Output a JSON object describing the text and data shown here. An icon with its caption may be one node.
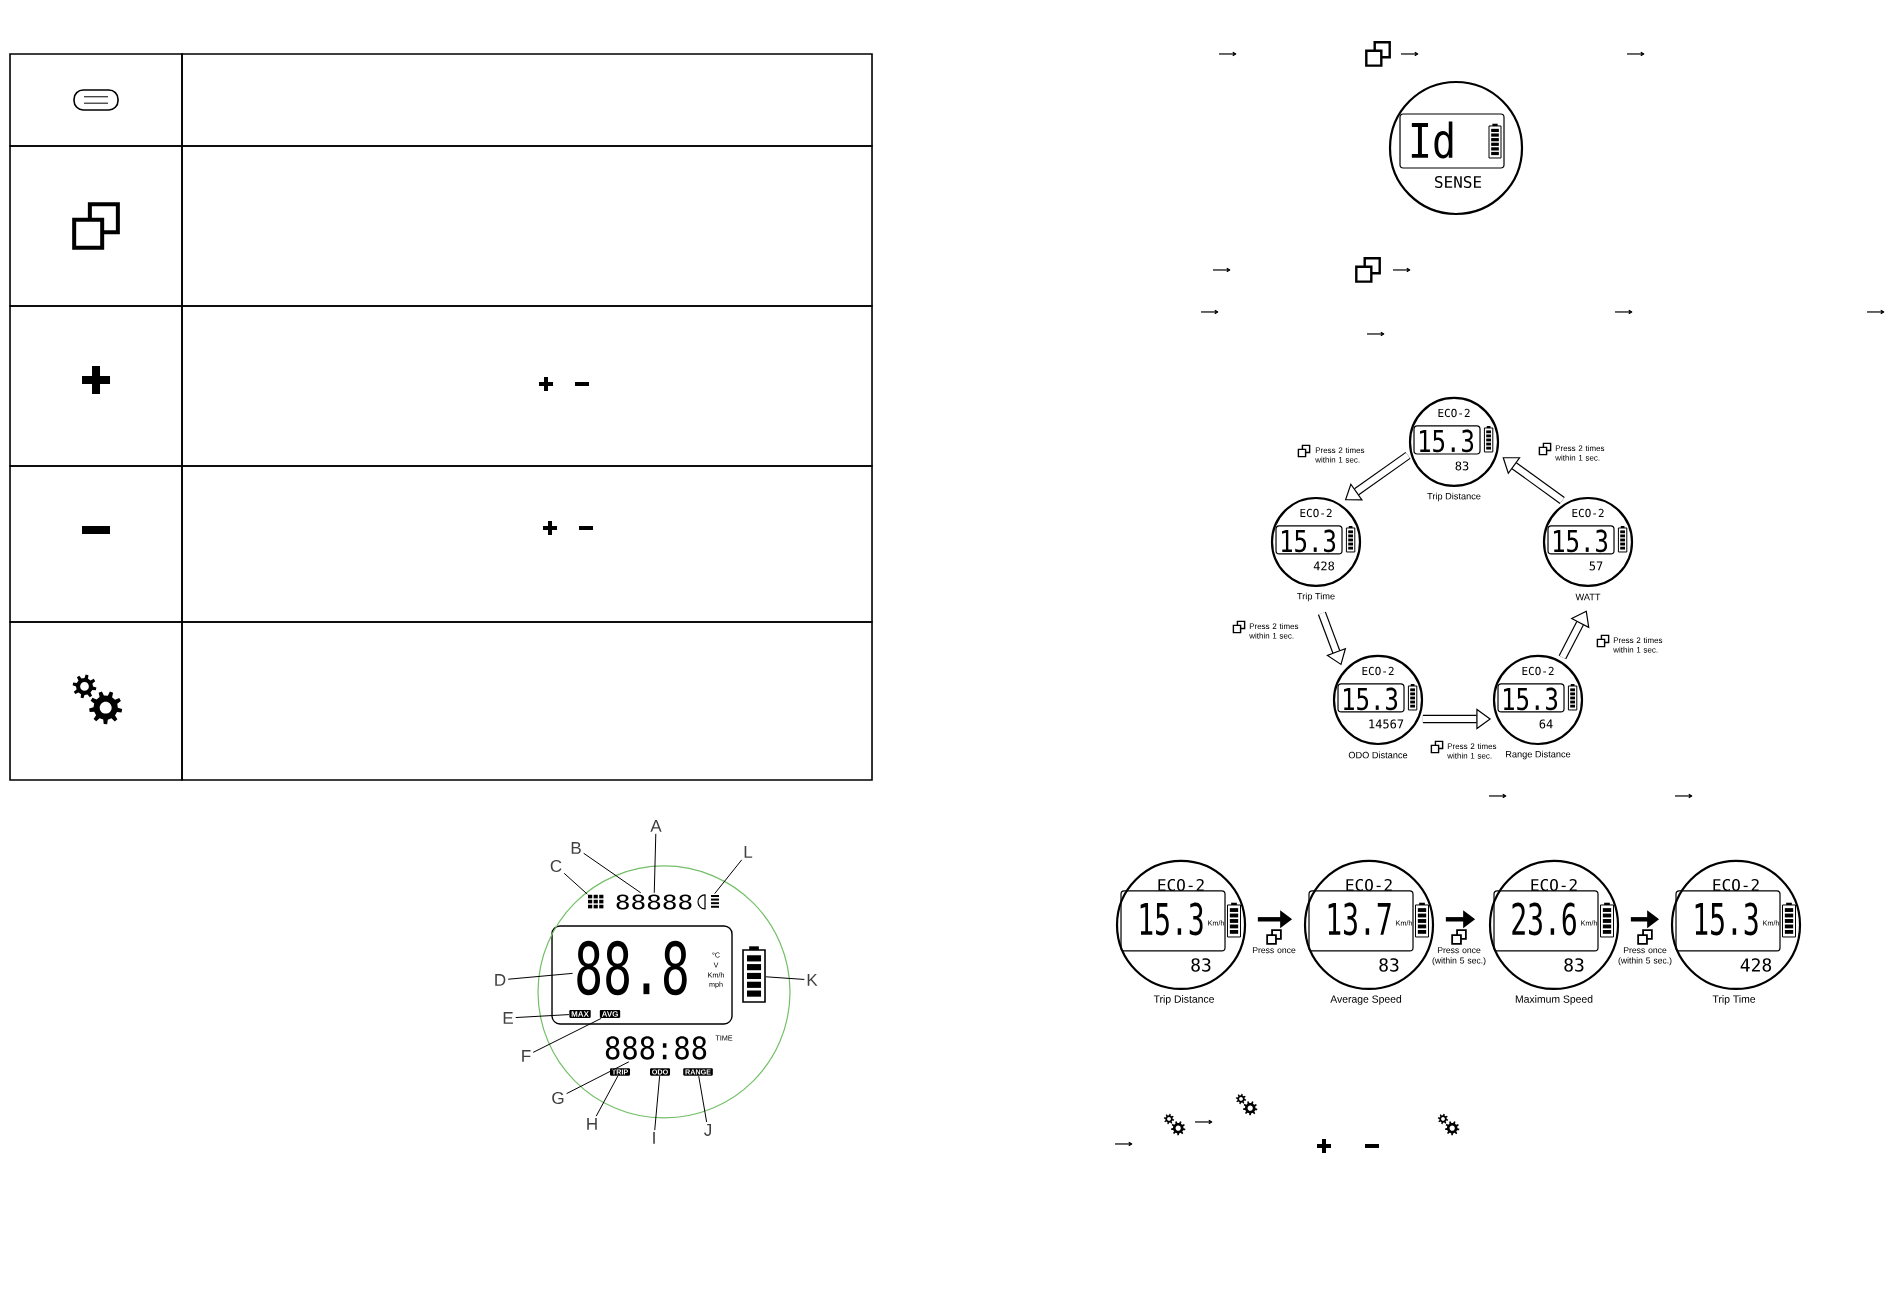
{
  "diagram": {
    "nodes": [
      {
        "text": [],
        "shape": "circle"
      },
      {
        "text": [
          "88888"
        ],
        "in": 0
      },
      {
        "text": [],
        "shape": "picture",
        "in": 0
      },
      {
        "text": [],
        "shape": "picture",
        "in": 0
      },
      {
        "text": [
          "88.8"
        ],
        "in": 0
      },
      {
        "text": [],
        "shape": "picture",
        "in": 0
      },
      {
        "text": [
          "MAX"
        ],
        "in": 0
      },
      {
        "text": [
          "AVG"
        ],
        "in": 0
      },
      {
        "text": [
          "888:88"
        ],
        "in": 0
      },
      {
        "text": [
          "TRIP"
        ],
        "in": 0
      },
      {
        "text": [
          "ODO"
        ],
        "in": 0
      },
      {
        "text": [
          "RANGE"
        ],
        "in": 0
      },
      {
        "text": [
          "A"
        ]
      },
      {
        "text": [
          "B"
        ]
      },
      {
        "text": [
          "C"
        ]
      },
      {
        "text": [
          "L"
        ]
      },
      {
        "text": [
          "D"
        ]
      },
      {
        "text": [
          "K"
        ]
      },
      {
        "text": [
          "E"
        ]
      },
      {
        "text": [
          "F"
        ]
      },
      {
        "text": [
          "G"
        ]
      },
      {
        "text": [
          "H"
        ]
      },
      {
        "text": [
          "I"
        ]
      },
      {
        "text": [
          "J"
        ]
      },
      {
        "text": [
          "Id",
          "SENSE"
        ]
      },
      {
        "text": [
          "ECO-2",
          "15.3",
          "83"
        ],
        "beside": [
          "Trip Distance"
        ]
      },
      {
        "text": [
          "ECO-2",
          "15.3",
          "428"
        ],
        "beside": [
          "Trip Time"
        ]
      },
      {
        "text": [
          "ECO-2",
          "15.3",
          "57"
        ],
        "beside": [
          "WATT"
        ]
      },
      {
        "text": [
          "ECO-2",
          "15.3",
          "14567"
        ],
        "beside": [
          "ODO Distance"
        ]
      },
      {
        "text": [
          "ECO-2",
          "15.3",
          "64"
        ],
        "beside": [
          "Range Distance"
        ]
      },
      {
        "text": [
          "ECO-2",
          "15.3",
          "83",
          "Km/h"
        ],
        "beside": [
          "Trip Distance"
        ]
      },
      {
        "text": [
          "ECO-2",
          "13.7",
          "83",
          "Km/h"
        ],
        "beside": [
          "Average Speed"
        ]
      },
      {
        "text": [
          "ECO-2",
          "23.6",
          "83",
          "Km/h"
        ],
        "beside": [
          "Maximum Speed"
        ]
      },
      {
        "text": [
          "ECO-2",
          "15.3",
          "428",
          "Km/h"
        ],
        "beside": [
          "Trip Time"
        ]
      }
    ],
    "edges": [
      {
        "from": 12,
        "to": 1,
        "arrow": "none"
      },
      {
        "from": 13,
        "to": 1,
        "arrow": "none"
      },
      {
        "from": 14,
        "to": 2,
        "arrow": "none"
      },
      {
        "from": 15,
        "to": 3,
        "arrow": "none"
      },
      {
        "from": 16,
        "to": 4,
        "arrow": "none"
      },
      {
        "from": 17,
        "to": 5,
        "arrow": "none"
      },
      {
        "from": 18,
        "to": 6,
        "arrow": "none"
      },
      {
        "from": 19,
        "to": 7,
        "arrow": "none"
      },
      {
        "from": 20,
        "to": 8,
        "arrow": "none"
      },
      {
        "from": 21,
        "to": 9,
        "arrow": "none"
      },
      {
        "from": 22,
        "to": 10,
        "arrow": "none"
      },
      {
        "from": 23,
        "to": 11,
        "arrow": "none"
      },
      {
        "from": 25,
        "to": 26,
        "arrow": "to",
        "label": "Press 2 times within 1 sec.",
        "style": "thick"
      },
      {
        "from": 26,
        "to": 28,
        "arrow": "to",
        "label": "Press 2 times within 1 sec.",
        "style": "thick"
      },
      {
        "from": 28,
        "to": 29,
        "arrow": "to",
        "label": "Press 2 times within 1 sec.",
        "style": "thick"
      },
      {
        "from": 29,
        "to": 27,
        "arrow": "to",
        "label": "Press 2 times within 1 sec.",
        "style": "thick"
      },
      {
        "from": 27,
        "to": 25,
        "arrow": "to",
        "label": "Press 2 times within 1 sec.",
        "style": "thick"
      },
      {
        "from": 30,
        "to": 31,
        "arrow": "to",
        "label": "Press once",
        "style": "thick"
      },
      {
        "from": 31,
        "to": 32,
        "arrow": "to",
        "label": "Press once (within 5 sec.)",
        "style": "thick"
      },
      {
        "from": 32,
        "to": 33,
        "arrow": "to",
        "label": "Press once (within 5 sec.)",
        "style": "thick"
      }
    ],
    "labels": [
      "°C",
      "V",
      "Km/h",
      "mph",
      "TIME"
    ]
  }
}
